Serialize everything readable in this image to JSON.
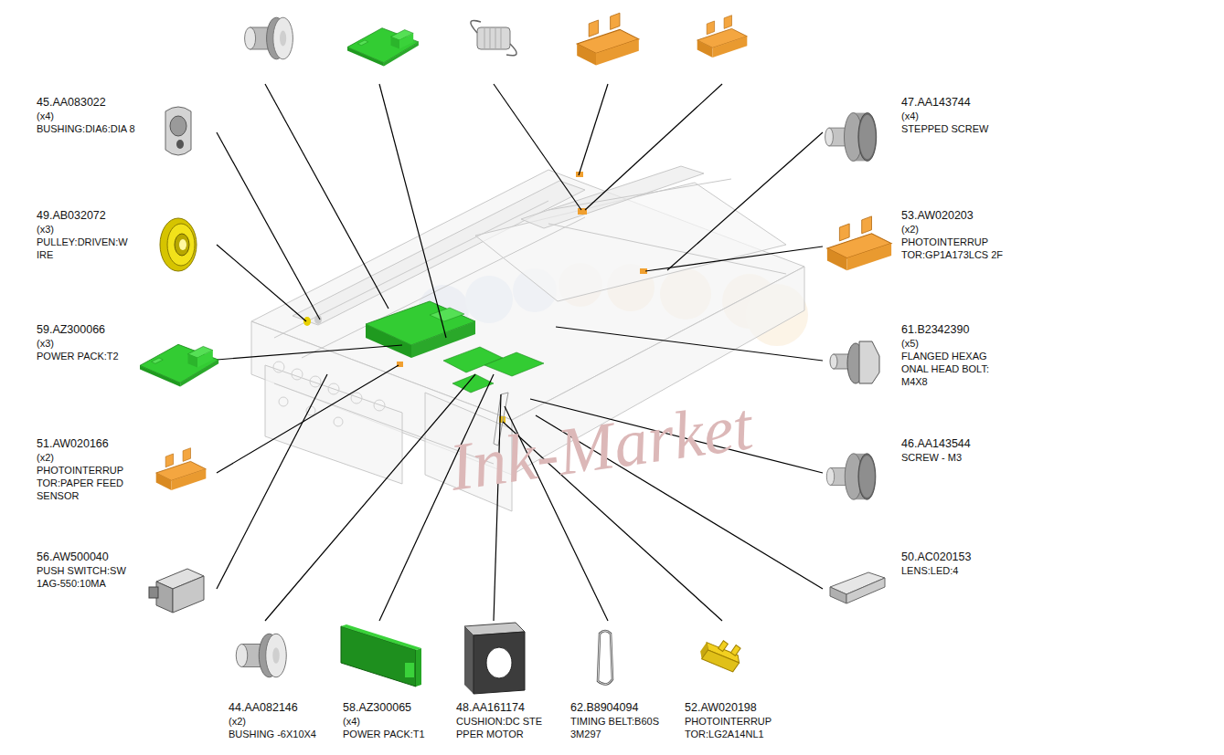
{
  "diagram": {
    "labels": [
      "45.AA083022",
      "(x4)",
      "BUSHING:DIA6:DIA 8",
      "47.AA143744",
      "(x4)",
      "STEPPED SCREW",
      "49.AB032072",
      "(x3)",
      "PULLEY:DRIVEN:W IRE",
      "53.AW020203",
      "(x2)",
      "PHOTOINTERRUP TOR:GP1A173LCS 2F",
      "59.AZ300066",
      "(x3)",
      "POWER PACK:T2",
      "61.B2342390",
      "(x5)",
      "FLANGED HEXAG ONAL HEAD BOLT: M4X8",
      "51.AW020166",
      "(x2)",
      "PHOTOINTERRUP TOR:PAPER FEED SENSOR",
      "46.AA143544",
      "SCREW - M3",
      "56.AW500040",
      "PUSH SWITCH:SW 1AG-550:10MA",
      "50.AC020153",
      "LENS:LED:4",
      "44.AA082146",
      "(x2)",
      "BUSHING -6X10X4",
      "58.AZ300065",
      "(x4)",
      "POWER PACK:T1",
      "48.AA161174",
      "CUSHION:DC STE PPER MOTOR",
      "62.B8904094",
      "TIMING BELT:B60S 3M297",
      "52.AW020198",
      "PHOTOINTERRUP TOR:LG2A14NL1",
      "Ink-Market"
    ]
  }
}
